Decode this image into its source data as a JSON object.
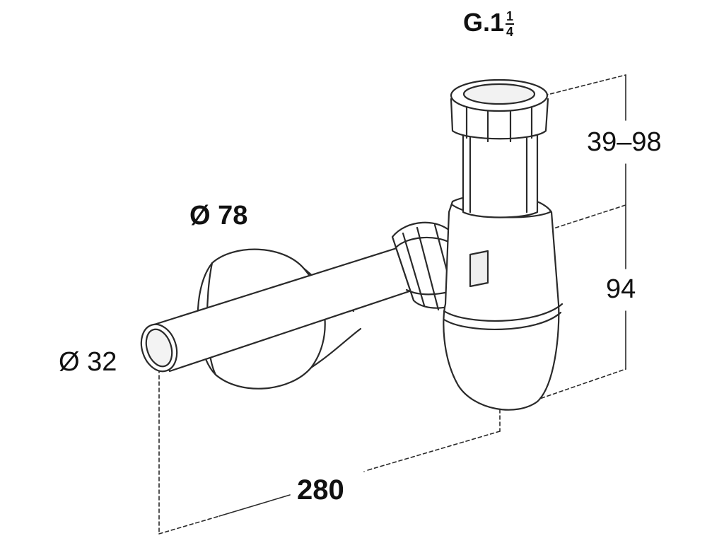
{
  "diagram": {
    "thread_label": {
      "prefix": "G.1",
      "numerator": "1",
      "denominator": "4"
    },
    "height_range_label": "39–98",
    "depth_label": "94",
    "rosette_diameter_label": "Ø 78",
    "pipe_diameter_label": "Ø 32",
    "length_label": "280"
  },
  "colors": {
    "line": "#2a2a2a",
    "fill": "#ffffff",
    "shade": "#e9e9e9",
    "text": "#111111"
  }
}
